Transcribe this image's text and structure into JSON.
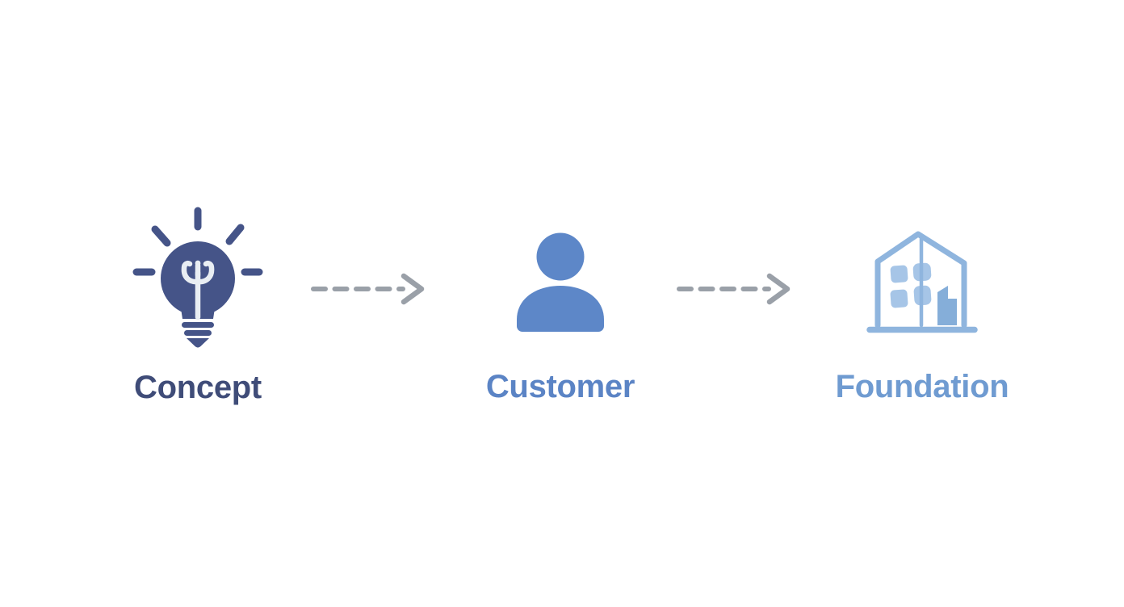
{
  "theme": {
    "bg": "#ffffff",
    "concept-icon": "#455488",
    "concept-label": "#3f4c78",
    "filament": "#e9eef3",
    "customer-icon": "#5d87c8",
    "customer-label": "#5b84c5",
    "foundation-outline": "#8fb5de",
    "foundation-window": "#a6c5e7",
    "foundation-fill": "#85aed9",
    "foundation-label": "#6f9bd1",
    "arrow": "#9aa0a8"
  },
  "diagram": {
    "type": "process-flow",
    "direction": "left-to-right",
    "stages": [
      {
        "label": "Concept",
        "icon": "lightbulb-icon"
      },
      {
        "label": "Customer",
        "icon": "person-icon"
      },
      {
        "label": "Foundation",
        "icon": "building-icon"
      }
    ],
    "connectors": [
      {
        "style": "dashed-arrow",
        "direction": "right"
      },
      {
        "style": "dashed-arrow",
        "direction": "right"
      }
    ]
  }
}
